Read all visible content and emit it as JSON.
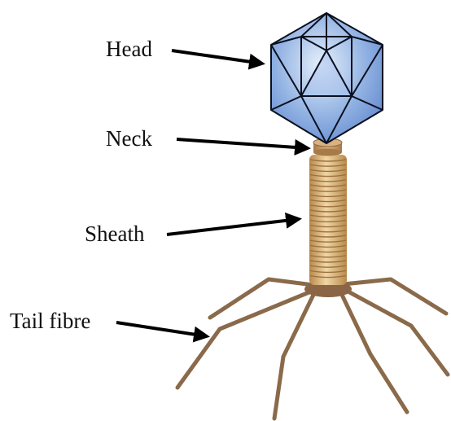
{
  "labels": {
    "head": "Head",
    "neck": "Neck",
    "sheath": "Sheath",
    "tail_fibre": "Tail fibre"
  },
  "colors": {
    "capsid_light": "#cfe0f6",
    "capsid_mid": "#7ea3de",
    "capsid_dark": "#4a6fbd",
    "edge": "#0b1020",
    "neck": "#c8a06a",
    "sheath_light": "#e8c892",
    "sheath_dark": "#b8894a",
    "baseplate": "#8a6546",
    "fibre": "#8a6a4a",
    "arrow": "#000000"
  }
}
